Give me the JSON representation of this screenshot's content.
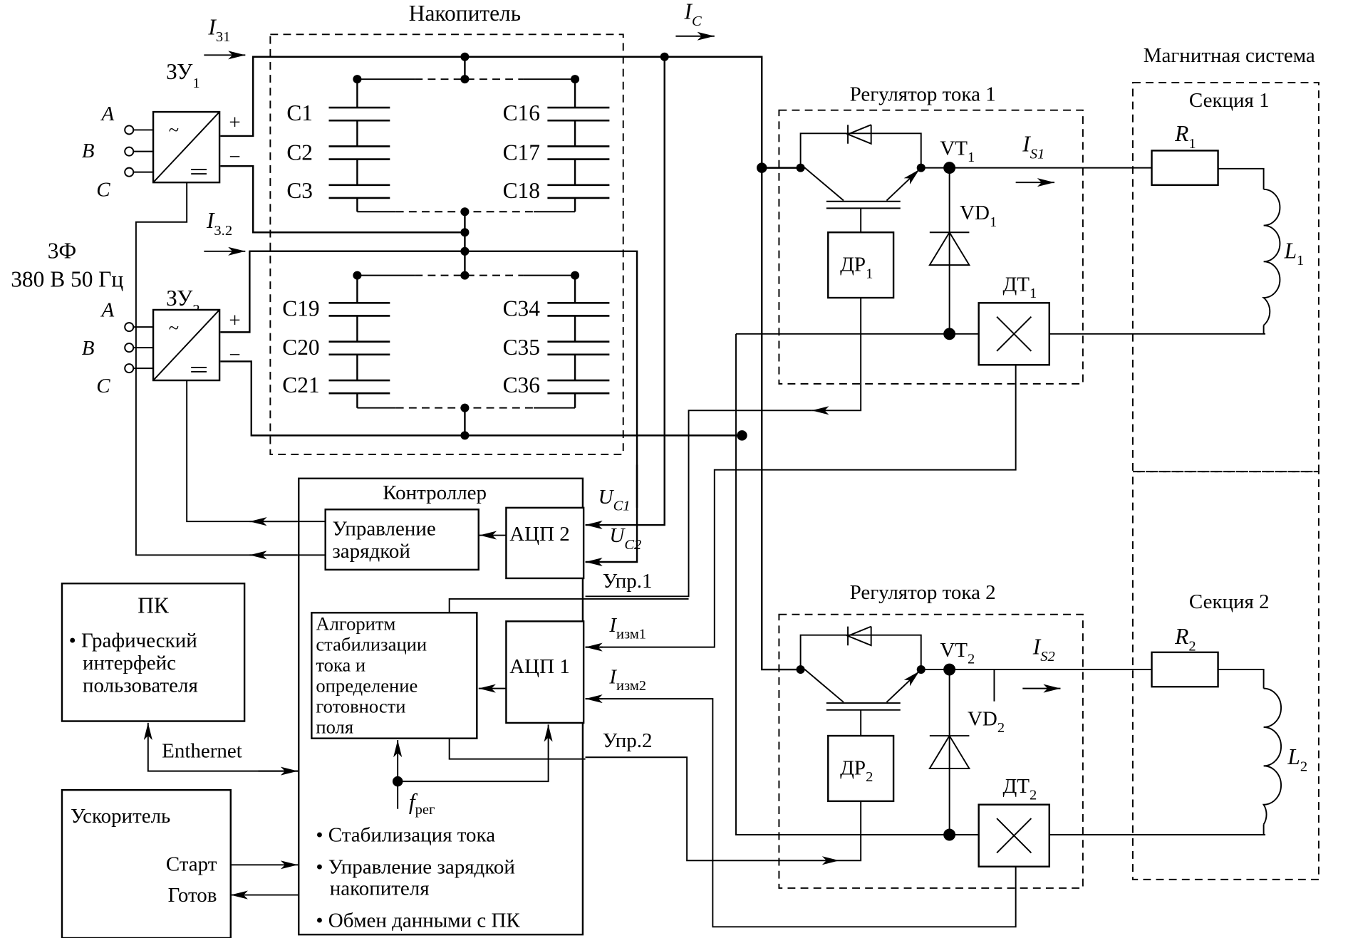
{
  "diagram": {
    "storage": {
      "title": "Накопитель",
      "caps_top_left": [
        "C1",
        "C2",
        "C3"
      ],
      "caps_top_right": [
        "C16",
        "C17",
        "C18"
      ],
      "caps_bottom_left": [
        "C19",
        "C20",
        "C21"
      ],
      "caps_bottom_right": [
        "C34",
        "C35",
        "C36"
      ]
    },
    "chargers": {
      "zu1": {
        "label": "ЗУ",
        "sub": "1",
        "plus": "+",
        "minus": "−",
        "ac": "~",
        "dc": "=="
      },
      "zu2": {
        "label": "ЗУ",
        "sub": "2",
        "plus": "+",
        "minus": "−",
        "ac": "~",
        "dc": "=="
      },
      "phases": [
        "A",
        "B",
        "C"
      ],
      "supply_line1": "3Ф",
      "supply_line2": "380 В 50 Гц"
    },
    "currents": {
      "i31": {
        "main": "I",
        "sub": "31"
      },
      "i32": {
        "main": "I",
        "sub": "3.2"
      },
      "ic": {
        "main": "I",
        "sub": "C"
      },
      "is1": {
        "main": "I",
        "sub": "S1"
      },
      "is2": {
        "main": "I",
        "sub": "S2"
      }
    },
    "regulator1": {
      "title": "Регулятор тока 1",
      "vt": {
        "main": "VT",
        "sub": "1"
      },
      "vd": {
        "main": "VD",
        "sub": "1"
      },
      "dr": {
        "main": "ДР",
        "sub": "1"
      },
      "dt": {
        "main": "ДТ",
        "sub": "1"
      }
    },
    "regulator2": {
      "title": "Регулятор тока 2",
      "vt": {
        "main": "VT",
        "sub": "2"
      },
      "vd": {
        "main": "VD",
        "sub": "2"
      },
      "dr": {
        "main": "ДР",
        "sub": "2"
      },
      "dt": {
        "main": "ДТ",
        "sub": "2"
      }
    },
    "magnet": {
      "title": "Магнитная система",
      "section1": {
        "title": "Секция 1",
        "r": {
          "main": "R",
          "sub": "1"
        },
        "l": {
          "main": "L",
          "sub": "1"
        }
      },
      "section2": {
        "title": "Секция 2",
        "r": {
          "main": "R",
          "sub": "2"
        },
        "l": {
          "main": "L",
          "sub": "2"
        }
      }
    },
    "controller": {
      "title": "Контроллер",
      "charge_ctrl": [
        "Управление",
        "зарядкой"
      ],
      "adc2": "АЦП 2",
      "adc1": "АЦП 1",
      "algorithm": [
        "Алгоритм",
        "стабилизации",
        "тока и",
        "определение",
        "готовности",
        "поля"
      ],
      "freg": {
        "main": "f",
        "sub": "рег"
      },
      "bullets": [
        [
          "Стабилизация тока"
        ],
        [
          "Управление зарядкой",
          "накопителя"
        ],
        [
          "Обмен данными с ПК"
        ]
      ],
      "signals": {
        "uc1": {
          "main": "U",
          "sub": "C1"
        },
        "uc2": {
          "main": "U",
          "sub": "C2"
        },
        "upr1": "Упр.1",
        "iizm1": {
          "main": "I",
          "sub": "изм1"
        },
        "iizm2": {
          "main": "I",
          "sub": "изм2"
        },
        "upr2": "Упр.2"
      }
    },
    "pc": {
      "title": "ПК",
      "bullet": [
        "Графический",
        "интерфейс",
        "пользователя"
      ],
      "link": "Enthernet"
    },
    "accelerator": {
      "title": "Ускоритель",
      "start": "Старт",
      "ready": "Готов"
    }
  }
}
